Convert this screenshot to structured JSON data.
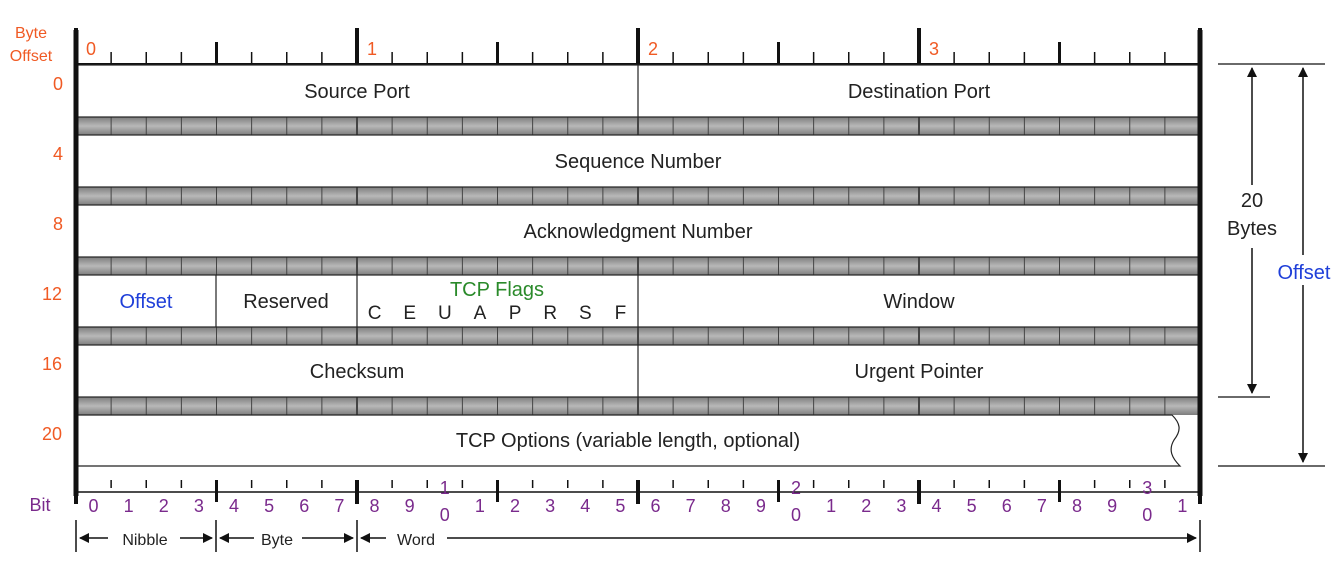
{
  "header": {
    "byte_offset_label_line1": "Byte",
    "byte_offset_label_line2": "Offset",
    "byte_numbers": [
      "0",
      "1",
      "2",
      "3"
    ]
  },
  "row_offsets": [
    "0",
    "4",
    "8",
    "12",
    "16",
    "20"
  ],
  "fields": {
    "source_port": "Source Port",
    "destination_port": "Destination Port",
    "sequence_number": "Sequence Number",
    "acknowledgment_number": "Acknowledgment Number",
    "offset": "Offset",
    "reserved": "Reserved",
    "tcp_flags_title": "TCP Flags",
    "tcp_flags_letters": [
      "C",
      "E",
      "U",
      "A",
      "P",
      "R",
      "S",
      "F"
    ],
    "window": "Window",
    "checksum": "Checksum",
    "urgent_pointer": "Urgent Pointer",
    "tcp_options": "TCP Options (variable length, optional)"
  },
  "bit_row": {
    "label": "Bit",
    "bits": [
      "0",
      "1",
      "2",
      "3",
      "4",
      "5",
      "6",
      "7",
      "8",
      "9",
      "10",
      "1",
      "2",
      "3",
      "4",
      "5",
      "6",
      "7",
      "8",
      "9",
      "20",
      "1",
      "2",
      "3",
      "4",
      "5",
      "6",
      "7",
      "8",
      "9",
      "30",
      "1"
    ]
  },
  "scale": {
    "nibble": "Nibble",
    "byte": "Byte",
    "word": "Word"
  },
  "right_annotations": {
    "header_size_line1": "20",
    "header_size_line2": "Bytes",
    "offset": "Offset"
  },
  "colors": {
    "offset_numbers": "#f05a24",
    "bit_numbers": "#7a2a8c",
    "offset_field": "#1f3fd9",
    "tcp_flags_title": "#2a8a2a",
    "separator_band": "#9a9a9a",
    "text": "#222222"
  }
}
